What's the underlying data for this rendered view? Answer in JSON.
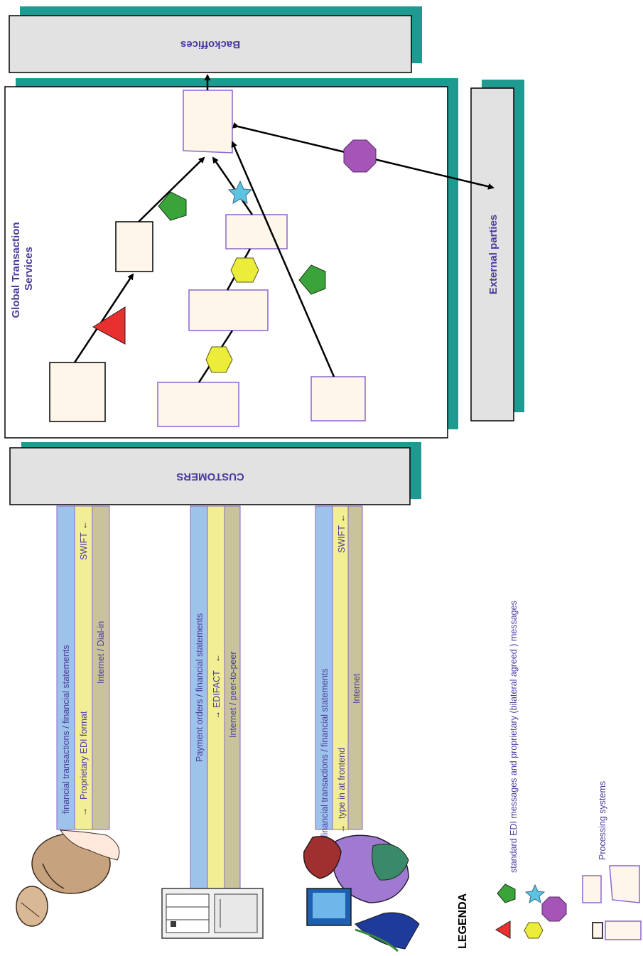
{
  "colors": {
    "teal": "#1e9a90",
    "panel": "#e2e2e2",
    "box_fill": "#fff6ea",
    "purple_border": "#8a66cc",
    "label_text": "#4b3a9c",
    "band_blue": "#9ec3ea",
    "band_yellow": "#f2ee96",
    "band_olive": "#c9c39c"
  },
  "panels": {
    "backoffices": "Backoffices",
    "customers": "CUSTOMERS",
    "external": "External parties",
    "gts_line1": "Global Transaction",
    "gts_line2": "Services"
  },
  "channels": [
    {
      "messages": "financial transactions   / financial statements",
      "format": "Proprietary EDI format",
      "swift": "SWIFT",
      "network": "Internet / Dial-in"
    },
    {
      "messages": "Payment orders  / financial statements",
      "format": "EDIFACT",
      "network": "Internet / peer-to-peer"
    },
    {
      "messages": "financial transactions   / financial statements",
      "format": "type in at frontend",
      "swift": "SWIFT",
      "network": "Internet"
    }
  ],
  "legend": {
    "title": "LEGENDA",
    "messages_caption": "standard EDI messages and proprietary  (bilateral agreed ) messages",
    "systems_caption": "Processing systems"
  },
  "icons": {
    "person1": "businessman-clipart",
    "computer": "server-computer-clipart",
    "person2": "woman-at-computer-clipart",
    "triangle": "red-triangle",
    "pentagon": "green-pentagon",
    "hexagon": "yellow-hexagon",
    "star": "blue-star",
    "octagon": "purple-octagon"
  }
}
